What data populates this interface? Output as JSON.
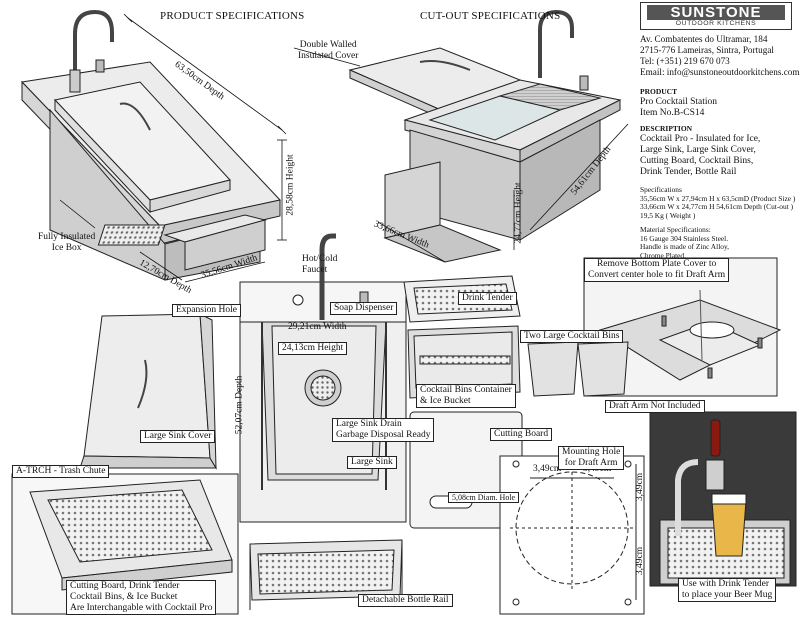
{
  "headings": {
    "product_specs": "PRODUCT SPECIFICATIONS",
    "cutout_specs": "CUT-OUT SPECIFICATIONS"
  },
  "logo": {
    "brand": "SUNSTONE",
    "sub": "OUTDOOR KITCHENS"
  },
  "contact": {
    "address1": "Av. Combatentes do Ultramar, 184",
    "address2": "2715-776 Lameiras, Sintra, Portugal",
    "tel": "Tel: (+351) 219 670 073",
    "email": "Email: info@sunstoneoutdoorkitchens.com"
  },
  "product": {
    "heading": "PRODUCT",
    "line1": "Pro     Cocktail     Station",
    "line2": "Item No.B-CS14"
  },
  "description": {
    "heading": "DESCRIPTION",
    "lines": [
      "Cocktail Pro - Insulated for Ice,",
      "Large Sink, Large Sink Cover,",
      "Cutting Board, Cocktail Bins,",
      "Drink Tender, Bottle Rail"
    ]
  },
  "specifications": {
    "heading": "Specifications",
    "lines": [
      "35,56cm W x 27,94cm H x 63,5cmD (Product Size )",
      "33,66cm W x 24,77cm H 54,61cm Depth (Cut-out )",
      "19,5 Kg ( Weight )"
    ]
  },
  "material": {
    "heading": "Material Specifications:",
    "lines": [
      "16 Gauge 304 Stainless Steel.",
      "Handle is made of Zinc Alloy,",
      "Chrome Plated."
    ]
  },
  "dimensions": {
    "depth_product": "63,50cm Depth",
    "height_product": "28,58cm Height",
    "width_product": "35,56cm Width",
    "depth_small": "12,70cm Depth",
    "depth_cutout": "54,61cm Depth",
    "height_cutout": "24,77cm Height",
    "width_cutout": "33,66cm Width",
    "sink_width": "29,21cm Width",
    "sink_height": "24,13cm Height",
    "sink_depth": "52,07cm Depth",
    "hole_offset_a": "3,49cm",
    "hole_offset_b": "3,49cm",
    "hole_offset_c": "3,49cm",
    "hole_offset_d": "3,49cm"
  },
  "labels": {
    "double_walled": [
      "Double Walled",
      "Insulated Cover"
    ],
    "fully_insulated": [
      "Fully Insulated",
      "Ice Box"
    ],
    "hot_cold": [
      "Hot/Cold",
      "Faucet"
    ],
    "expansion_hole": "Expansion Hole",
    "soap_dispenser": "Soap Dispenser",
    "drink_tender": "Drink Tender",
    "two_bins": "Two Large Cocktail Bins",
    "bins_container": [
      "Cocktail Bins Container",
      "& Ice Bucket"
    ],
    "sink_drain": [
      "Large Sink Drain",
      "Garbage Disposal Ready"
    ],
    "large_sink": "Large Sink",
    "large_sink_cover": "Large Sink Cover",
    "cutting_board": "Cutting Board",
    "trash_chute": "A-TRCH - Trash Chute",
    "interchangeable": [
      "Cutting Board, Drink Tender",
      "Cocktail Bins, & Ice Bucket",
      "Are Interchangable with Cocktail Pro"
    ],
    "bottle_rail": "Detachable Bottle Rail",
    "mounting_hole": [
      "Mounting Hole",
      "for Draft Arm"
    ],
    "hole_diam": "5,08cm Diam. Hole",
    "remove_plate": [
      "Remove Bottom Plate Cover to",
      "Convert center hole to fit Draft Arm"
    ],
    "draft_arm": "Draft Arm Not Included",
    "use_drink_tender": [
      "Use with Drink Tender",
      "to place your Beer Mug"
    ]
  },
  "colors": {
    "steel": "#e4e4e4",
    "steel_dark": "#b8b8b8",
    "line": "#222222",
    "photo_bg": "#3a3a3a"
  }
}
